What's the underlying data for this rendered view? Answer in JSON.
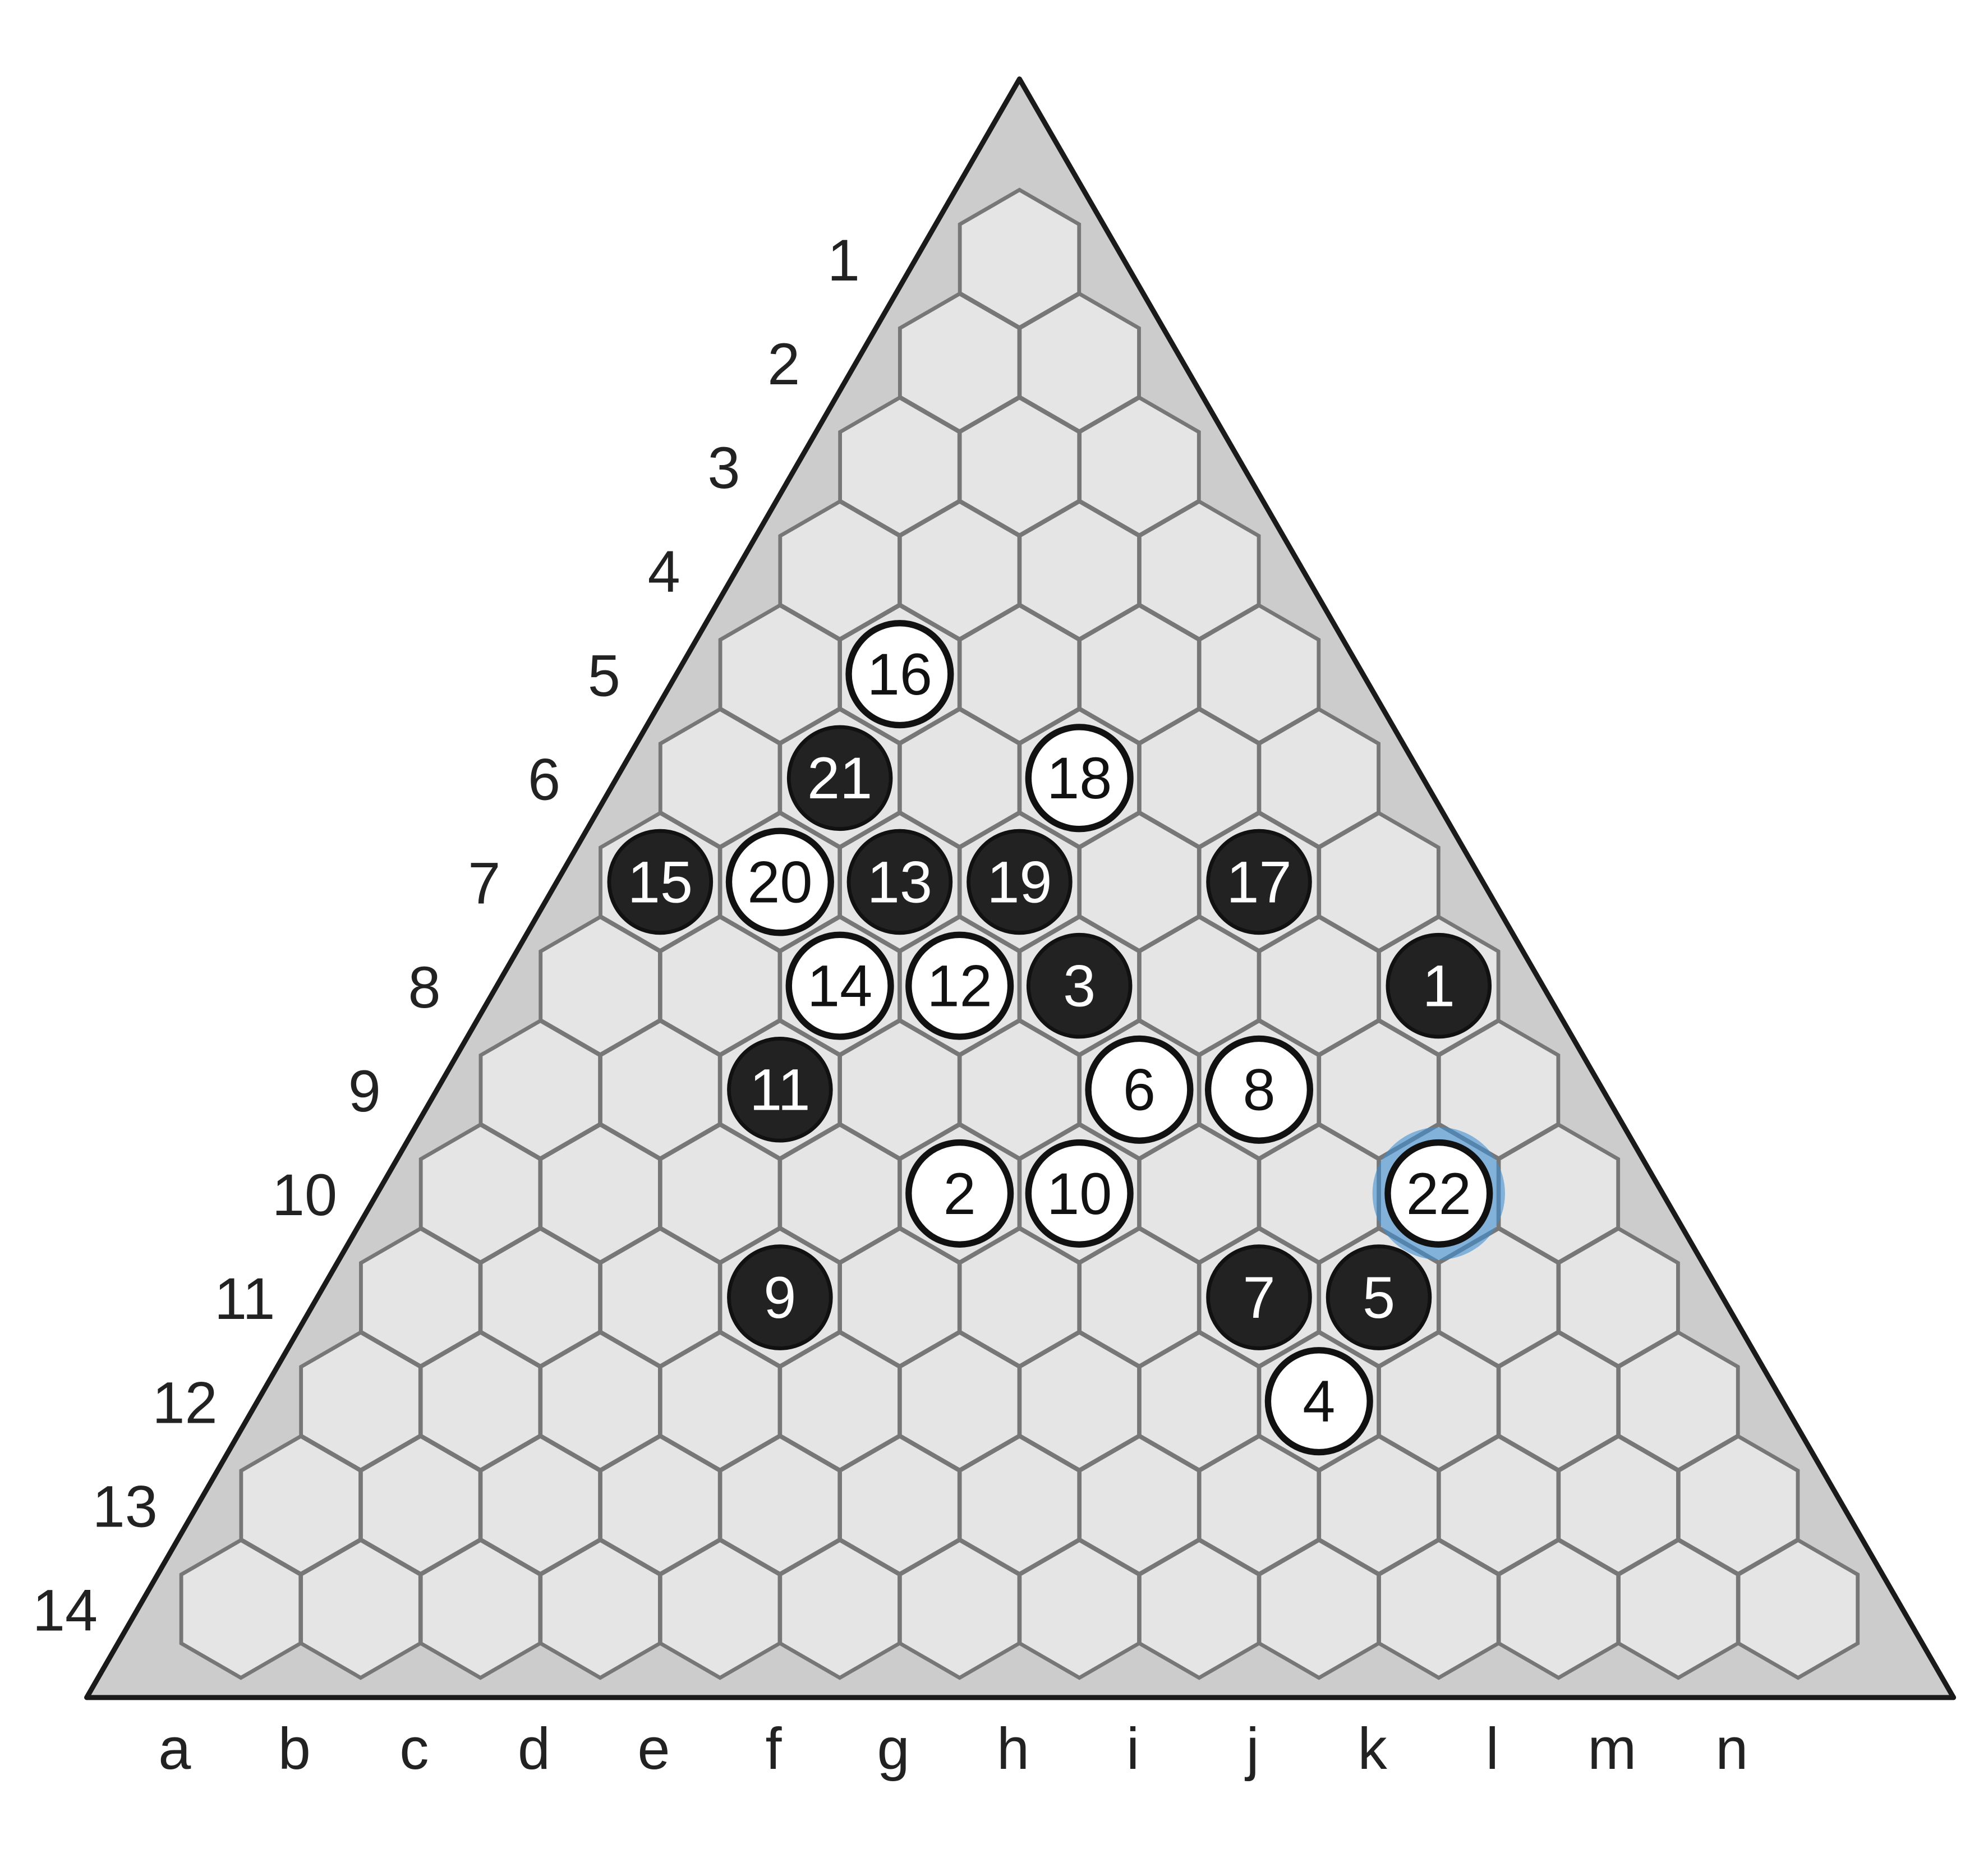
{
  "game": "Y",
  "board_size": 14,
  "row_labels": [
    "1",
    "2",
    "3",
    "4",
    "5",
    "6",
    "7",
    "8",
    "9",
    "10",
    "11",
    "12",
    "13",
    "14"
  ],
  "column_labels": [
    "a",
    "b",
    "c",
    "d",
    "e",
    "f",
    "g",
    "h",
    "i",
    "j",
    "k",
    "l",
    "m",
    "n"
  ],
  "colors": {
    "board_background": "#cccccc",
    "cell_fill": "#e5e5e5",
    "cell_stroke": "#777777",
    "black_stone": "#222222",
    "white_stone": "#ffffff",
    "last_move_highlight": "#3f8fd0"
  },
  "stones": [
    {
      "row": 5,
      "index": 1,
      "color": "white",
      "number": "16"
    },
    {
      "row": 6,
      "index": 1,
      "color": "black",
      "number": "21"
    },
    {
      "row": 6,
      "index": 3,
      "color": "white",
      "number": "18"
    },
    {
      "row": 7,
      "index": 0,
      "color": "black",
      "number": "15"
    },
    {
      "row": 7,
      "index": 1,
      "color": "white",
      "number": "20"
    },
    {
      "row": 7,
      "index": 2,
      "color": "black",
      "number": "13"
    },
    {
      "row": 7,
      "index": 3,
      "color": "black",
      "number": "19"
    },
    {
      "row": 7,
      "index": 5,
      "color": "black",
      "number": "17"
    },
    {
      "row": 8,
      "index": 2,
      "color": "white",
      "number": "14"
    },
    {
      "row": 8,
      "index": 3,
      "color": "white",
      "number": "12"
    },
    {
      "row": 8,
      "index": 4,
      "color": "black",
      "number": "3"
    },
    {
      "row": 8,
      "index": 7,
      "color": "black",
      "number": "1"
    },
    {
      "row": 9,
      "index": 2,
      "color": "black",
      "number": "11"
    },
    {
      "row": 9,
      "index": 5,
      "color": "white",
      "number": "6"
    },
    {
      "row": 9,
      "index": 6,
      "color": "white",
      "number": "8"
    },
    {
      "row": 10,
      "index": 4,
      "color": "white",
      "number": "2"
    },
    {
      "row": 10,
      "index": 5,
      "color": "white",
      "number": "10"
    },
    {
      "row": 10,
      "index": 8,
      "color": "white",
      "number": "22",
      "last_move": true
    },
    {
      "row": 11,
      "index": 3,
      "color": "black",
      "number": "9"
    },
    {
      "row": 11,
      "index": 7,
      "color": "black",
      "number": "7"
    },
    {
      "row": 11,
      "index": 8,
      "color": "black",
      "number": "5"
    },
    {
      "row": 12,
      "index": 8,
      "color": "white",
      "number": "4"
    }
  ]
}
